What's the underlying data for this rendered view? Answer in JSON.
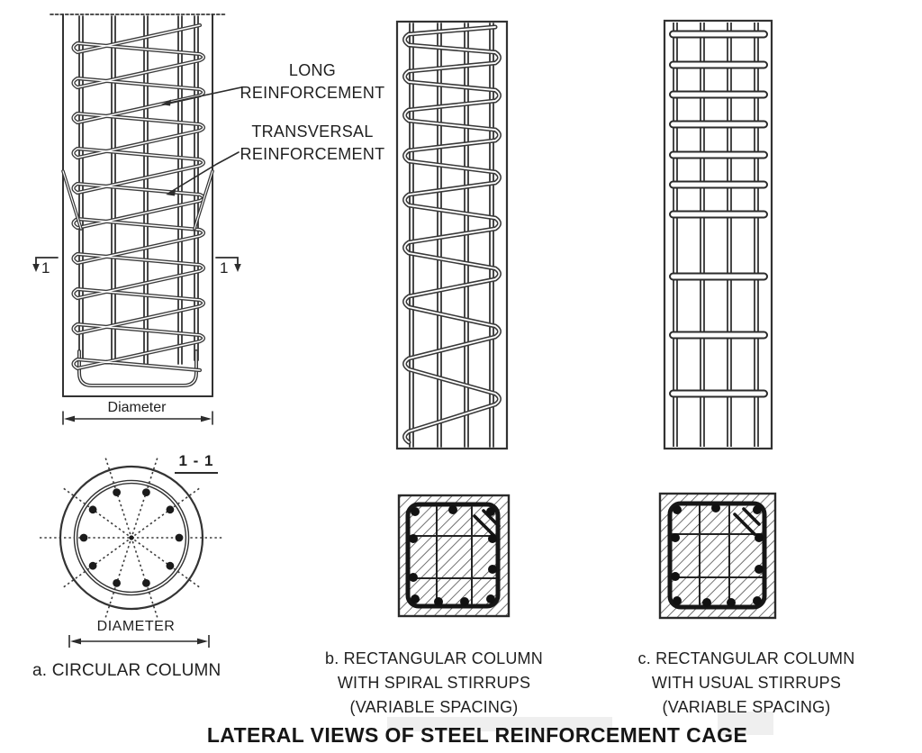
{
  "figure": {
    "title": "LATERAL VIEWS OF STEEL REINFORCEMENT CAGE",
    "annotations": {
      "long_line1": "LONG",
      "long_line2": "REINFORCEMENT",
      "transversal_line1": "TRANSVERSAL",
      "transversal_line2": "REINFORCEMENT"
    },
    "circular_column": {
      "section_cut_marker": "1",
      "section_label": "1 - 1",
      "diameter_lateral_label": "Diameter",
      "diameter_section_label": "DIAMETER",
      "caption": "a. CIRCULAR COLUMN"
    },
    "spiral_column": {
      "caption_line1": "b. RECTANGULAR COLUMN",
      "caption_line2": "WITH SPIRAL STIRRUPS",
      "caption_line3": "(VARIABLE SPACING)"
    },
    "usual_column": {
      "caption_line1": "c. RECTANGULAR COLUMN",
      "caption_line2": "WITH USUAL STIRRUPS",
      "caption_line3": "(VARIABLE SPACING)"
    },
    "colors": {
      "line": "#3a3a3a",
      "dark": "#1f1f1f",
      "background": "#ffffff",
      "watermark": "#bdbdbd"
    }
  }
}
